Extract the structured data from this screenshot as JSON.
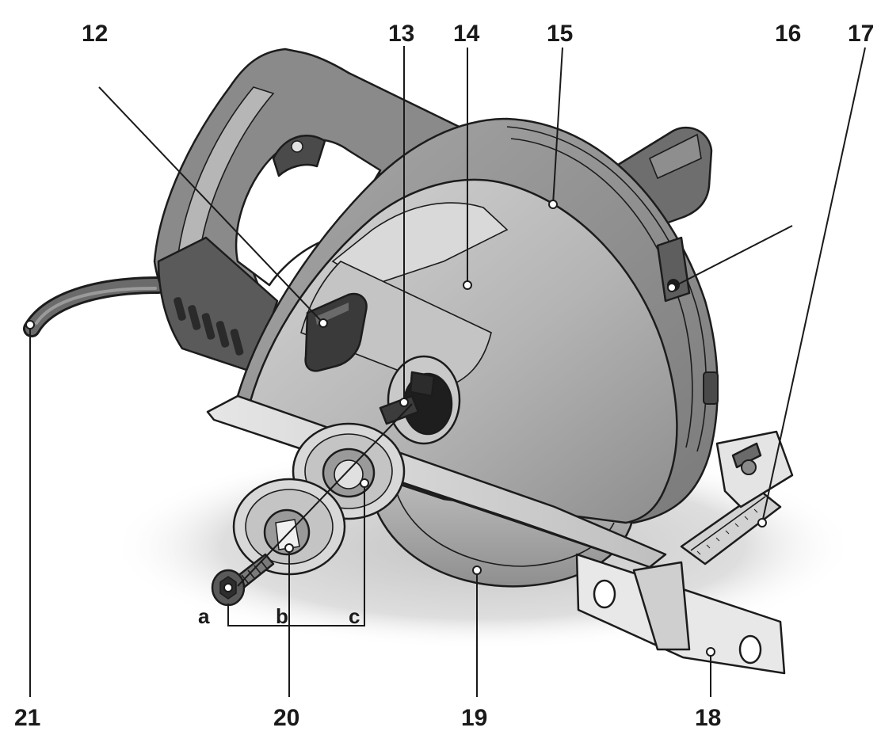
{
  "callouts": {
    "c12": "12",
    "c13": "13",
    "c14": "14",
    "c15": "15",
    "c16": "16",
    "c17": "17",
    "c18": "18",
    "c19": "19",
    "c20": "20",
    "c21": "21"
  },
  "assembly_letters": {
    "a": "a",
    "b": "b",
    "c": "c"
  },
  "colors": {
    "housing": "#9a9a9a",
    "housing_light": "#c9c9c9",
    "housing_dark": "#5e5e5e",
    "cover": "#b5b5b5",
    "outline": "#1c1c1c",
    "shadow": "#d9d9d9"
  }
}
